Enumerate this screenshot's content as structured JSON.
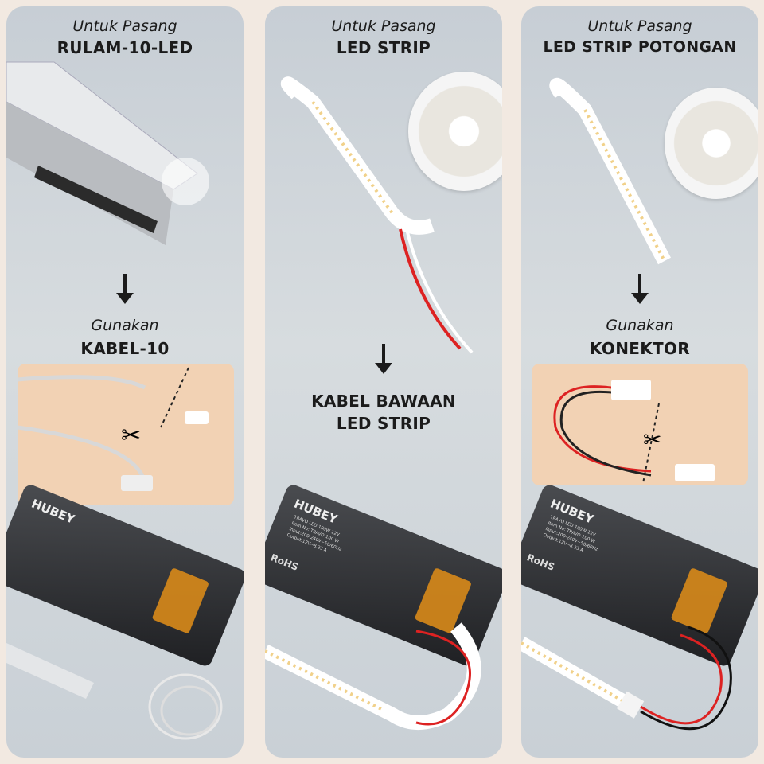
{
  "columns": [
    {
      "top_italic": "Untuk Pasang",
      "top_bold": "RULAM-10-LED",
      "bottom_italic": "Gunakan",
      "bottom_bold": "KABEL-10"
    },
    {
      "top_italic": "Untuk Pasang",
      "top_bold": "LED STRIP",
      "bottom_bold_1": "KABEL BAWAAN",
      "bottom_bold_2": "LED STRIP"
    },
    {
      "top_italic": "Untuk Pasang",
      "top_bold": "LED STRIP POTONGAN",
      "bottom_italic": "Gunakan",
      "bottom_bold": "KONEKTOR"
    }
  ],
  "driver": {
    "brand": "HUBEY",
    "label_1": "TRAVO LED 100W 12V",
    "label_2": "Item No: TRAVO-100-W",
    "label_3": "Input:200-240V~50/60Hz",
    "label_4": "Output:12V⎓8.33 A",
    "cert": "RoHS"
  },
  "colors": {
    "background": "#f2e9e1",
    "panel": "#cfd5da",
    "highlight": "#f2d2b4",
    "driver_cover": "#d88a1a"
  }
}
